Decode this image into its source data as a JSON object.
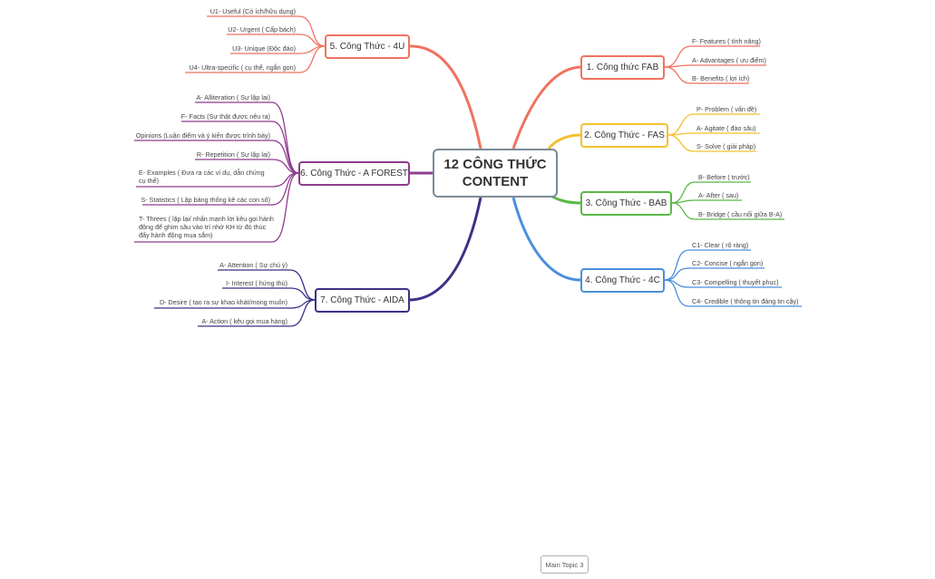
{
  "central": {
    "title": "12 CÔNG THỨC CONTENT",
    "line1": "12 CÔNG THỨC",
    "line2": "CONTENT"
  },
  "branches": {
    "fab": {
      "label": "1. Công thức FAB",
      "color": "#f07260",
      "items": [
        "F- Features ( tính năng)",
        "A- Advantages ( ưu điểm)",
        "B- Benefits ( lợi ích)"
      ]
    },
    "fas": {
      "label": "2. Công Thức - FAS",
      "color": "#f2c12e",
      "items": [
        "P- Problem ( vấn đề)",
        "A- Agitate ( đào sâu)",
        "S- Solve ( giải pháp)"
      ]
    },
    "bab": {
      "label": "3. Công Thức - BAB",
      "color": "#5bb946",
      "items": [
        "B- Before ( trước)",
        "A- After ( sau)",
        "B- Bridge ( cầu nối giữa B-A)"
      ]
    },
    "c4": {
      "label": "4. Công Thức - 4C",
      "color": "#4b8fdc",
      "items": [
        "C1- Clear ( rõ ràng)",
        "C2- Concise ( ngắn gọn)",
        "C3- Compelling ( thuyết phục)",
        "C4- Credible ( thông tin đáng tin cậy)"
      ]
    },
    "u4": {
      "label": "5. Công Thức - 4U",
      "color": "#f07260",
      "items": [
        "U1- Useful (Có ích/hữu dụng)",
        "U2- Urgent ( Cấp bách)",
        "U3- Unique (Độc đáo)",
        "U4- Ultra-specific ( cụ thể, ngắn gọn)"
      ]
    },
    "forest": {
      "label": "6. Công Thức - A FOREST",
      "color": "#8e3c8e",
      "items": [
        "A- Alliteration ( Sự lặp lại)",
        "F- Facts (Sự thật được nêu ra)",
        "Opinions (Luận điểm và ý kiến được trình bày)",
        "R- Repetition ( Sự lặp lại)",
        "E- Examples ( Đưa ra các ví dụ, dẫn chứng cụ thể)",
        "S- Statistics ( Lập bảng thống kê các con số)",
        "T- Threes ( lặp lại/ nhấn mạnh lời kêu gọi hành động để ghim sâu vào trí nhớ KH từ đó thúc đẩy hành động mua sắm)"
      ]
    },
    "aida": {
      "label": "7. Công Thức - AIDA",
      "color": "#3a3287",
      "items": [
        "A- Attention ( Sự chú ý)",
        "I- Interest ( hứng thú)",
        "D- Desire ( tạo ra sự khao khát/mong muốn)",
        "A- Action ( kêu gọi mua hàng)"
      ]
    }
  },
  "floating_topic": "Main Topic 3"
}
